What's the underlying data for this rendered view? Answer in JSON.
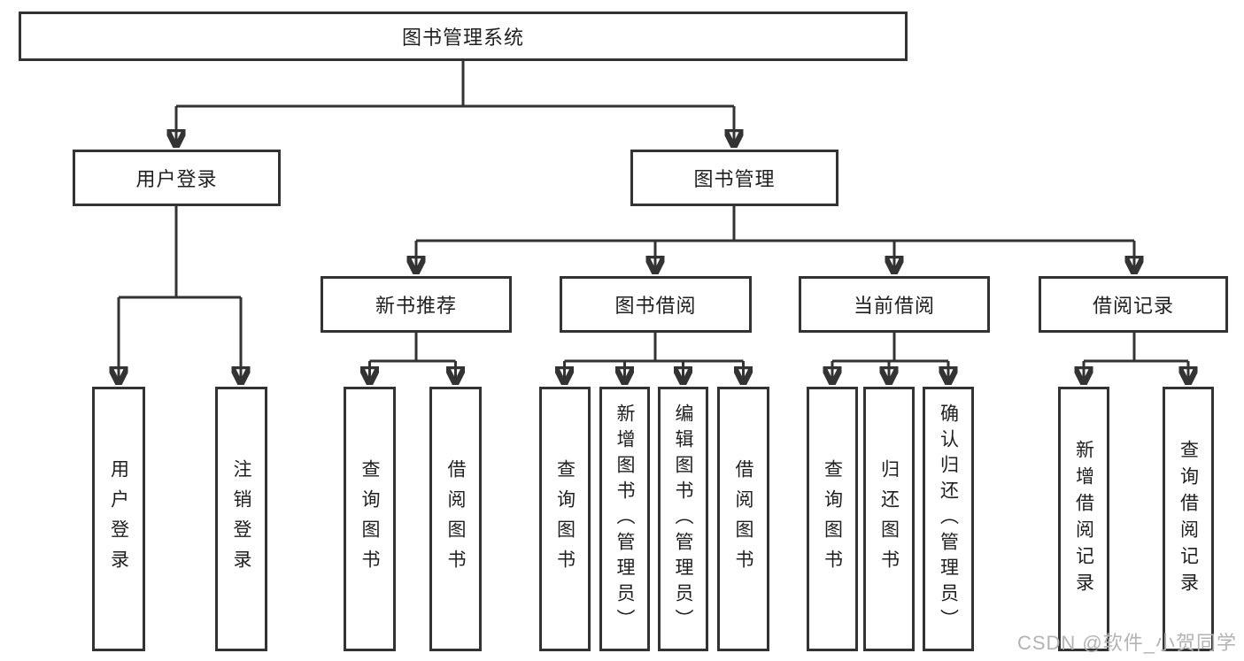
{
  "colors": {
    "line": "#333333",
    "node_border": "#333333",
    "text": "#1f1f1f",
    "watermark": "#b3b3b3",
    "background": "#ffffff"
  },
  "watermark": {
    "text": "CSDN @软件_小贺同学"
  },
  "tree": {
    "root": "图书管理系统",
    "branches": [
      {
        "label": "用户登录",
        "children": [
          "用户登录",
          "注销登录"
        ]
      },
      {
        "label": "图书管理",
        "sections": [
          {
            "label": "新书推荐",
            "children": [
              "查询图书",
              "借阅图书"
            ]
          },
          {
            "label": "图书借阅",
            "children": [
              "查询图书",
              "新增图书（管理员）",
              "编辑图书（管理员）",
              "借阅图书"
            ]
          },
          {
            "label": "当前借阅",
            "children": [
              "查询图书",
              "归还图书",
              "确认归还（管理员）"
            ]
          },
          {
            "label": "借阅记录",
            "children": [
              "新增借阅记录",
              "查询借阅记录"
            ]
          }
        ]
      }
    ]
  }
}
